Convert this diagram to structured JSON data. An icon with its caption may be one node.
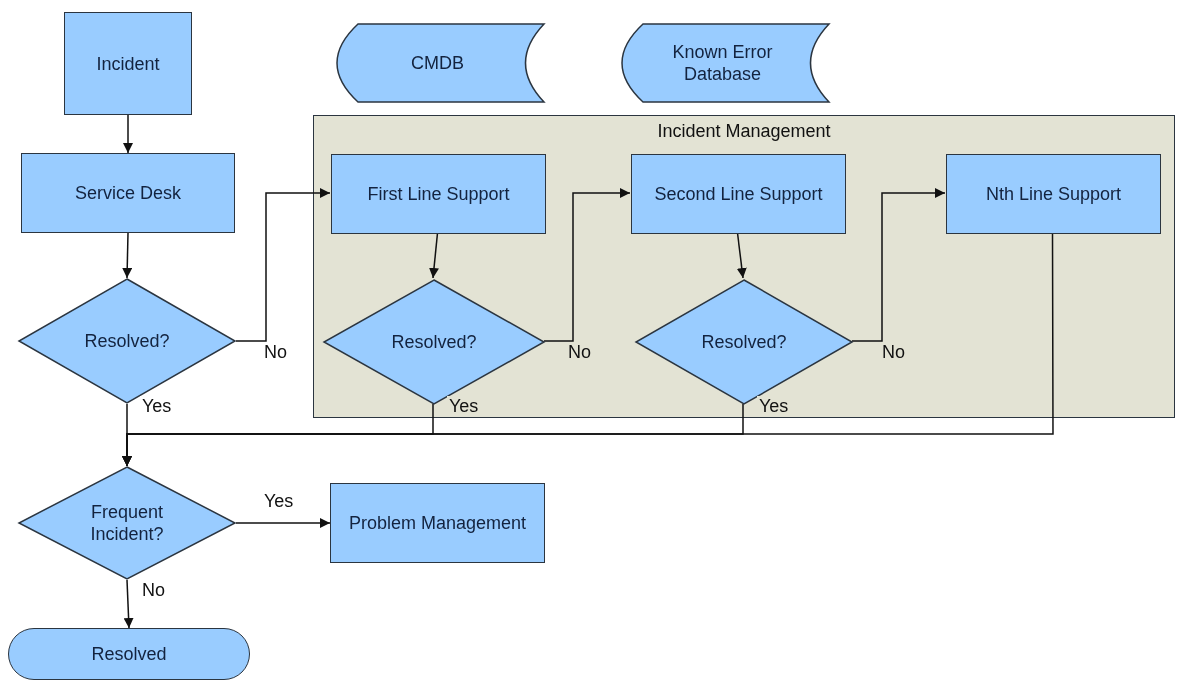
{
  "diagram": {
    "nodes": [
      {
        "text": [
          "Incident"
        ]
      },
      {
        "text": [
          "CMDB"
        ]
      },
      {
        "text": [
          "Known Error Database"
        ]
      },
      {
        "text": [
          "Incident Management"
        ]
      },
      {
        "text": [
          "Service Desk"
        ]
      },
      {
        "text": [
          "Resolved?"
        ]
      },
      {
        "text": [
          "First Line Support"
        ],
        "in": 3
      },
      {
        "text": [
          "Resolved?"
        ],
        "in": 3
      },
      {
        "text": [
          "Second Line Support"
        ],
        "in": 3
      },
      {
        "text": [
          "Resolved?"
        ],
        "in": 3
      },
      {
        "text": [
          "Nth Line Support"
        ],
        "in": 3
      },
      {
        "text": [
          "Frequent Incident?"
        ]
      },
      {
        "text": [
          "Problem Management"
        ]
      },
      {
        "text": [
          "Resolved"
        ]
      }
    ],
    "edges": [
      {
        "from": 0,
        "to": 4,
        "arrow": "to"
      },
      {
        "from": 4,
        "to": 5,
        "arrow": "to"
      },
      {
        "from": 5,
        "to": 6,
        "arrow": "to",
        "label": "No"
      },
      {
        "from": 6,
        "to": 7,
        "arrow": "to"
      },
      {
        "from": 7,
        "to": 8,
        "arrow": "to",
        "label": "No"
      },
      {
        "from": 8,
        "to": 9,
        "arrow": "to"
      },
      {
        "from": 9,
        "to": 10,
        "arrow": "to",
        "label": "No"
      },
      {
        "from": 5,
        "to": 11,
        "arrow": "to",
        "label": "Yes"
      },
      {
        "from": 7,
        "to": 11,
        "arrow": "to",
        "label": "Yes"
      },
      {
        "from": 9,
        "to": 11,
        "arrow": "to",
        "label": "Yes"
      },
      {
        "from": 10,
        "to": 11,
        "arrow": "to"
      },
      {
        "from": 11,
        "to": 12,
        "arrow": "to",
        "label": "Yes"
      },
      {
        "from": 11,
        "to": 13,
        "arrow": "to",
        "label": "No"
      }
    ]
  }
}
